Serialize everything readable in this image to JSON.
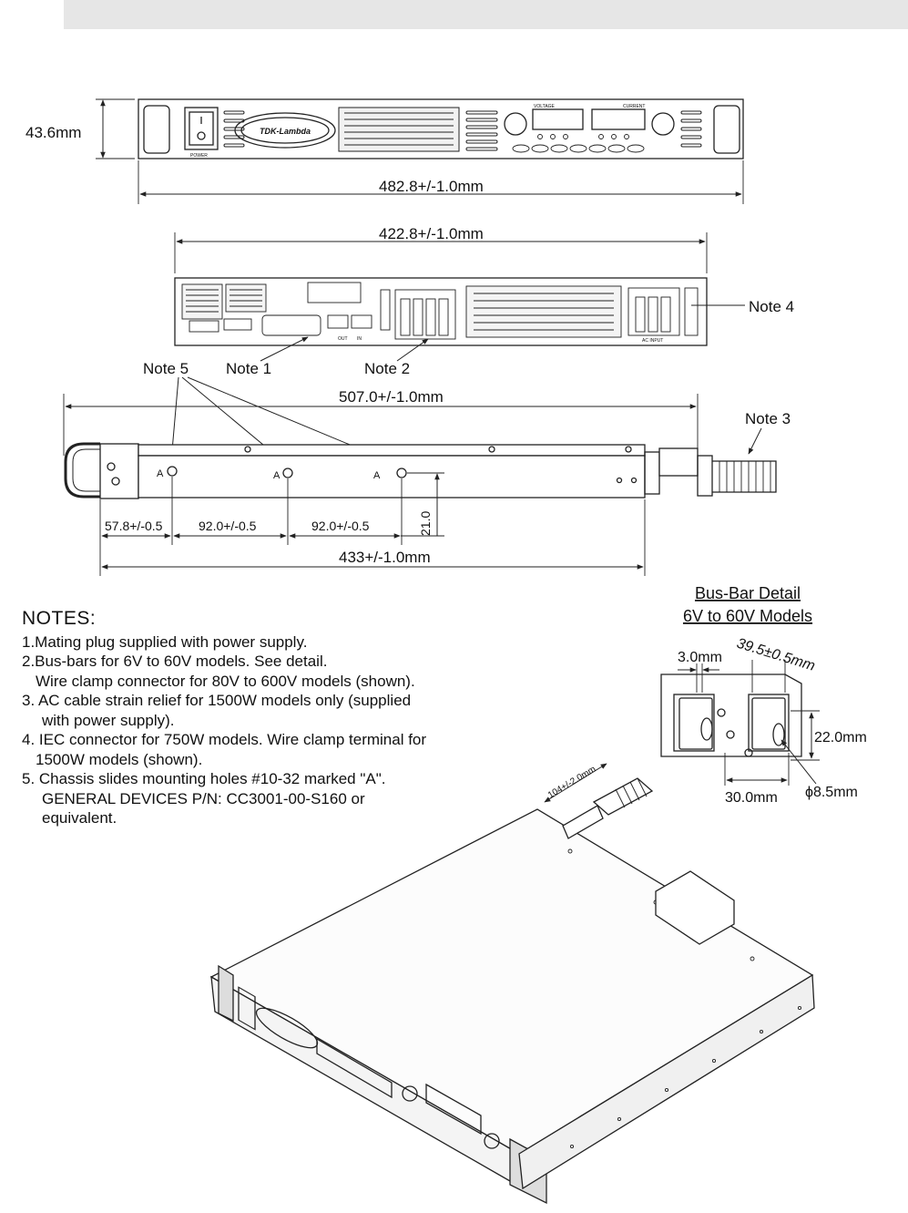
{
  "dimensions": {
    "height_front": "43.6mm",
    "width_front": "482.8+/-1.0mm",
    "width_rear": "422.8+/-1.0mm",
    "length_side": "507.0+/-1.0mm",
    "depth_body": "433+/-1.0mm",
    "hole_1": "57.8+/-0.5",
    "hole_2": "92.0+/-0.5",
    "hole_3": "92.0+/-0.5",
    "hole_height": "21.0",
    "cable_length": "104+/-2.0mm"
  },
  "front_panel": {
    "brand": "TDK-Lambda",
    "voltage_label": "VOLTAGE",
    "current_label": "CURRENT",
    "power_label": "POWER"
  },
  "rear_panel": {
    "out_label": "OUT",
    "in_label": "IN",
    "ac_input_label": "AC INPUT"
  },
  "callouts": {
    "note1": "Note 1",
    "note2": "Note 2",
    "note3": "Note 3",
    "note4": "Note 4",
    "note5": "Note 5",
    "hole_marker": "A"
  },
  "busbar": {
    "title": "Bus-Bar Detail",
    "subtitle": "6V to 60V Models",
    "thickness": "3.0mm",
    "spacing": "39.5±0.5mm",
    "height": "22.0mm",
    "width": "30.0mm",
    "hole_dia": "ϕ8.5mm"
  },
  "notes": {
    "title": "NOTES:",
    "lines": [
      "1.Mating plug supplied with power supply.",
      "2.Bus-bars for 6V to 60V models. See detail.",
      "Wire clamp connector for 80V to 600V models (shown).",
      "3. AC cable strain relief for 1500W models only (supplied",
      "with power supply).",
      "4. IEC connector for 750W models. Wire clamp terminal for",
      "1500W models (shown).",
      "5. Chassis slides mounting holes #10-32 marked \"A\".",
      "GENERAL DEVICES P/N: CC3001-00-S160 or",
      "equivalent."
    ]
  }
}
